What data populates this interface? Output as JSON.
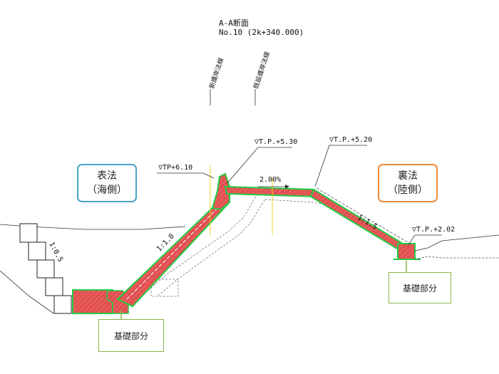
{
  "title": {
    "line1": "A-A断面",
    "line2": "No.10 (2k+340.000)"
  },
  "vertical_labels": {
    "new_line": "新護岸法線",
    "existing_line": "既設護岸法線"
  },
  "elevations": {
    "tp_610": "▽TP+6.10",
    "tp_530": "▽T.P.+5.30",
    "tp_520": "▽T.P.+5.20",
    "tp_202": "▽T.P.+2.02"
  },
  "slopes": {
    "front": "1:1.0",
    "back": "1:1.5",
    "block": "1:0.5",
    "crown": "2.00%"
  },
  "callouts": {
    "front_title": "表法",
    "front_sub": "（海側）",
    "back_title": "裏法",
    "back_sub": "（陸側）",
    "foundation_left": "基礎部分",
    "foundation_right": "基礎部分"
  },
  "colors": {
    "green": "#22cc44",
    "red": "#e85a5a",
    "blue_box": "#4aa3c8",
    "orange_box": "#ee8a3a",
    "yellow_line": "#f0d020"
  }
}
